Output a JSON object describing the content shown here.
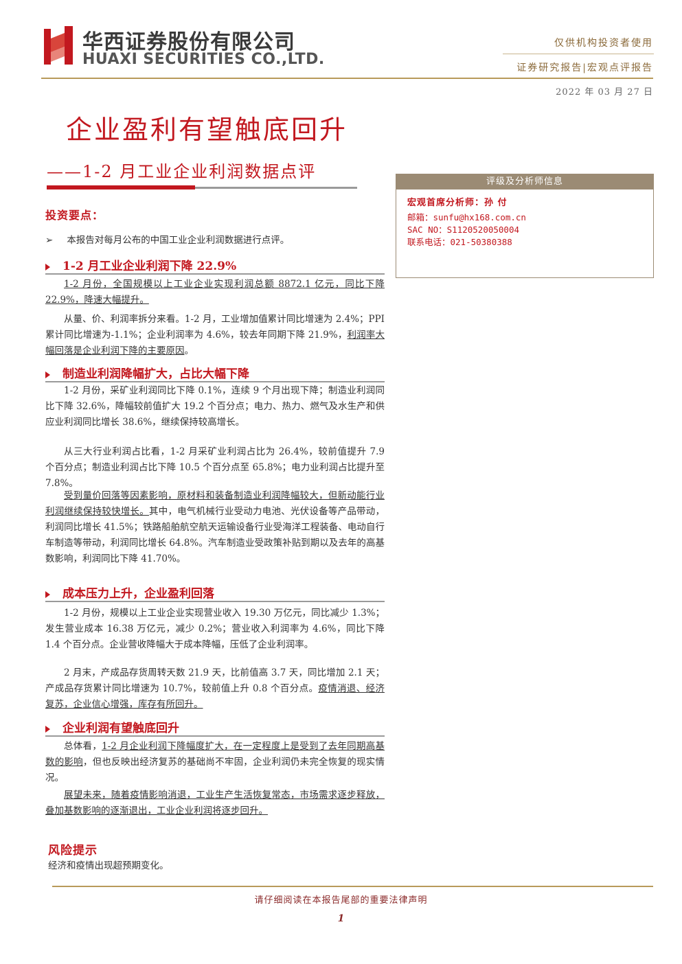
{
  "header": {
    "company_cn": "华西证券股份有限公司",
    "company_en": "HUAXI SECURITIES CO.,LTD.",
    "audience": "仅供机构投资者使用",
    "report_type": "证券研究报告|宏观点评报告",
    "date": "2022 年 03 月 27 日",
    "brand_color": "#c2181f"
  },
  "title": "企业盈利有望触底回升",
  "subtitle": "——1-2 月工业企业利润数据点评",
  "info_box": {
    "heading": "评级及分析师信息",
    "analyst": "宏观首席分析师：孙 付",
    "email": "邮箱：sunfu@hx168.com.cn",
    "sac": "SAC NO：S1120520050004",
    "phone": "联系电话：021-50380388"
  },
  "key_points": {
    "heading": "投资要点：",
    "intro_marker": "➢",
    "intro": "本报告对每月公布的中国工业企业利润数据进行点评。"
  },
  "sections": [
    {
      "heading": "1-2 月工业企业利润下降 22.9%",
      "paragraphs": [
        {
          "underline": "1-2 月份，全国规模以上工业企业实现利润总额 8872.1 亿元，同比下降 22.9%，降速大幅提升。",
          "plain": ""
        },
        {
          "plain": "从量、价、利润率拆分来看。1-2 月，工业增加值累计同比增速为 2.4%；PPI 累计同比增速为-1.1%；企业利润率为 4.6%，较去年同期下降 21.9%，",
          "underline": "利润率大幅回落是企业利润下降的主要原因",
          "tail": "。"
        }
      ]
    },
    {
      "heading": "制造业利润降幅扩大，占比大幅下降",
      "paragraphs": [
        {
          "plain": "1-2 月份，采矿业利润同比下降 0.1%，连续 9 个月出现下降；制造业利润同比下降 32.6%，降幅较前值扩大 19.2 个百分点；电力、热力、燃气及水生产和供应业利润同比增长 38.6%，继续保持较高增长。"
        },
        {
          "plain": "从三大行业利润占比看，1-2 月采矿业利润占比为 26.4%，较前值提升 7.9 个百分点；制造业利润占比下降 10.5 个百分点至 65.8%；电力业利润占比提升至 7.8%。"
        },
        {
          "underline": "受到量价回落等因素影响，原材料和装备制造业利润降幅较大，但新动能行业利润继续保持较快增长。",
          "plain": "其中，电气机械行业受动力电池、光伏设备等产品带动，利润同比增长 41.5%；铁路船舶航空航天运输设备行业受海洋工程装备、电动自行车制造等带动，利润同比增长 64.8%。汽车制造业受政策补贴到期以及去年的高基数影响，利润同比下降 41.70%。"
        }
      ]
    },
    {
      "heading": "成本压力上升，企业盈利回落",
      "paragraphs": [
        {
          "plain": "1-2 月份，规模以上工业企业实现营业收入 19.30 万亿元，同比减少 1.3%；发生营业成本 16.38 万亿元，减少 0.2%；营业收入利润率为 4.6%，同比下降 1.4 个百分点。企业营收降幅大于成本降幅，压低了企业利润率。"
        },
        {
          "plain": "2 月末，产成品存货周转天数 21.9 天，比前值高 3.7 天，同比增加 2.1 天；产成品存货累计同比增速为 10.7%，较前值上升 0.8 个百分点。",
          "underline": "疫情消退、经济复苏，企业信心增强，库存有所回升。"
        }
      ]
    },
    {
      "heading": "企业利润有望触底回升",
      "paragraphs": [
        {
          "plain": "总体看，",
          "underline": "1-2 月企业利润下降幅度扩大，在一定程度上是受到了去年同期高基数的影响",
          "tail": "，但也反映出经济复苏的基础尚不牢固，企业利润仍未完全恢复的现实情况。"
        },
        {
          "underline": "展望未来，随着疫情影响消退，工业生产生活恢复常态，市场需求逐步释放，叠加基数影响的逐渐退出，工业企业利润将逐步回升。",
          "plain": ""
        }
      ]
    }
  ],
  "risk": {
    "heading": "风险提示",
    "text": "经济和疫情出现超预期变化。"
  },
  "footer": {
    "notice": "请仔细阅读在本报告尾部的重要法律声明",
    "page": "1"
  }
}
